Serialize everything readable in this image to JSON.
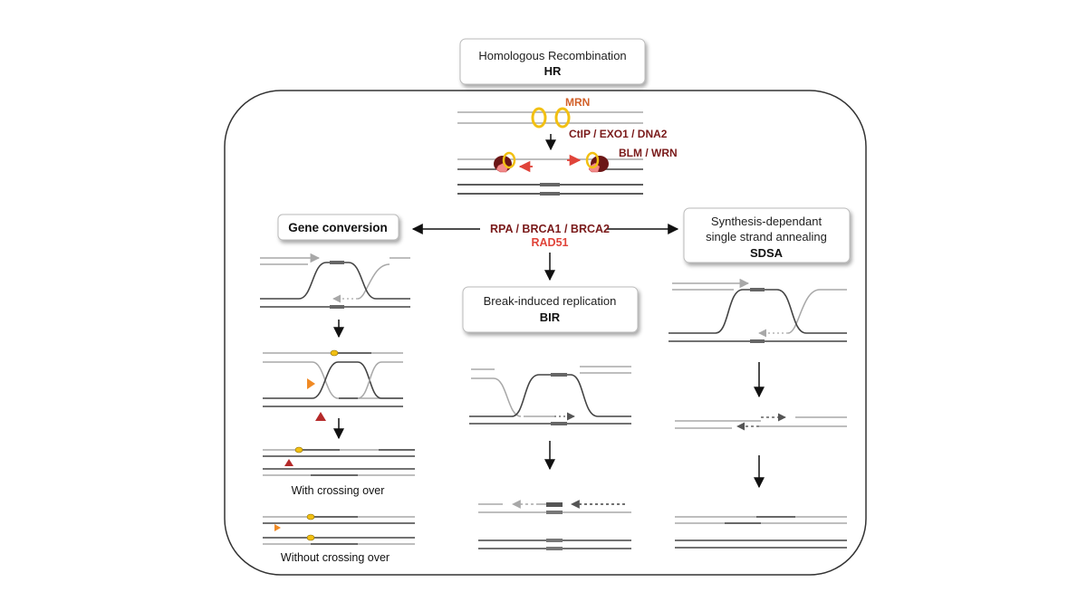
{
  "header": {
    "title_line1": "Homologous Recombination",
    "title_line2": "HR"
  },
  "resection": {
    "mrn": "MRN",
    "ctip": "CtIP / EXO1 / DNA2",
    "blm": "BLM / WRN"
  },
  "center": {
    "rpa": "RPA / BRCA1 / BRCA2",
    "rad51": "RAD51"
  },
  "gene_conversion": {
    "title": "Gene conversion",
    "with_crossing": "With crossing over",
    "without_crossing": "Without crossing over"
  },
  "bir": {
    "title_line1": "Break-induced replication",
    "title_line2": "BIR"
  },
  "sdsa": {
    "title_line1": "Synthesis-dependant",
    "title_line2": "single strand annealing",
    "title_line3": "SDSA"
  },
  "colors": {
    "dark_red": "#7a1a1a",
    "orange_text": "#d2612a",
    "red_text": "#e0443a",
    "ring_yellow": "#f2c012",
    "strand_dark": "#444444",
    "strand_light": "#a8a8a8"
  }
}
